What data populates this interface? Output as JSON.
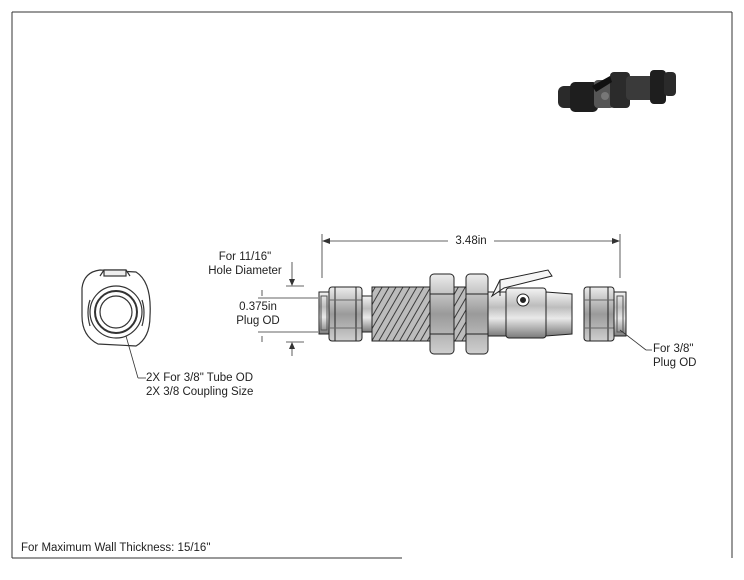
{
  "drawing": {
    "dimension_length": "3.48in",
    "hole_note_line1": "For 11/16\"",
    "hole_note_line2": "Hole Diameter",
    "plug_left_line1": "0.375in",
    "plug_left_line2": "Plug OD",
    "tube_note_line1": "2X For 3/8\" Tube OD",
    "tube_note_line2": "2X 3/8 Coupling Size",
    "plug_right_line1": "For 3/8\"",
    "plug_right_line2": "Plug OD",
    "wall_thickness_note": "For Maximum Wall Thickness: 15/16\""
  },
  "colors": {
    "line": "#222222",
    "metal_dark": "#3a3a3a",
    "metal_light": "#d8d8d8",
    "thumb_body": "#1e1e1e"
  }
}
